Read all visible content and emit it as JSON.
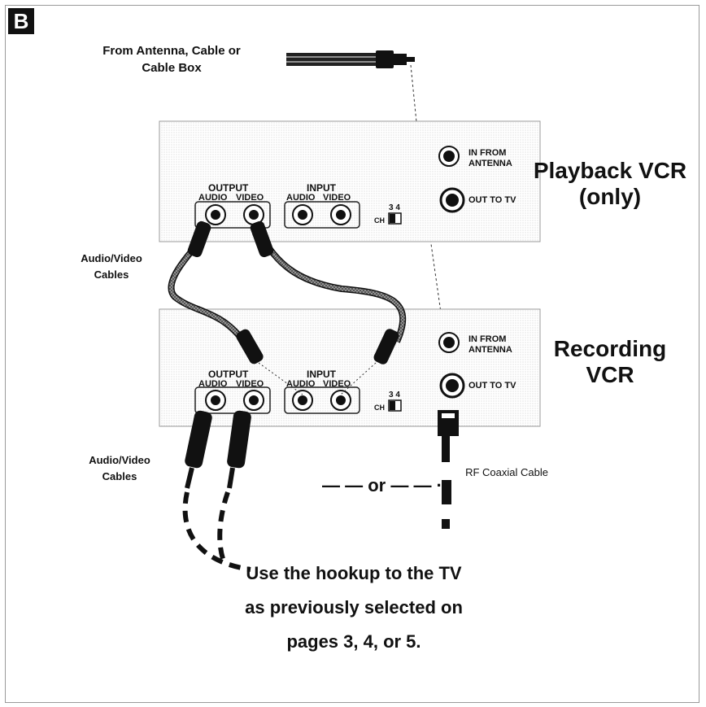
{
  "badge": "B",
  "source_label": "From Antenna, Cable or Cable Box",
  "playback_vcr": {
    "title": "Playback VCR (only)",
    "output_label": "OUTPUT",
    "input_label": "INPUT",
    "audio_label": "AUDIO",
    "video_label": "VIDEO",
    "ch_label": "CH",
    "ch_values": "3 4",
    "in_from_antenna": "IN FROM ANTENNA",
    "out_to_tv": "OUT TO TV"
  },
  "recording_vcr": {
    "title": "Recording VCR",
    "output_label": "OUTPUT",
    "input_label": "INPUT",
    "audio_label": "AUDIO",
    "video_label": "VIDEO",
    "ch_label": "CH",
    "ch_values": "3 4",
    "in_from_antenna": "IN FROM ANTENNA",
    "out_to_tv": "OUT TO TV"
  },
  "av_cables_label_1": "Audio/Video Cables",
  "av_cables_label_2": "Audio/Video Cables",
  "rf_cable_label": "RF Coaxial Cable",
  "or_label": "— — or — — ·",
  "bottom_text": {
    "line1": "Use the hookup to the TV",
    "line2": "as previously selected on",
    "line3": "pages 3, 4, or 5."
  }
}
